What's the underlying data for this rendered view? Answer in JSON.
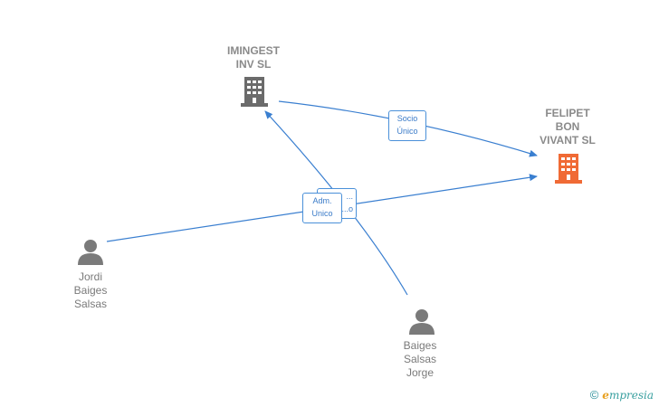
{
  "nodes": {
    "imingest": {
      "label": "IMINGEST\nINV  SL",
      "type": "company",
      "color": "#6b6b6b"
    },
    "felipet": {
      "label": "FELIPET\nBON\nVIVANT  SL",
      "type": "company",
      "color": "#f06a35"
    },
    "jordi": {
      "label": "Jordi\nBaiges\nSalsas",
      "type": "person",
      "color": "#7a7a7a"
    },
    "baiges": {
      "label": "Baiges\nSalsas\nJorge",
      "type": "person",
      "color": "#7a7a7a"
    }
  },
  "edges": {
    "socio_unico": {
      "label": "Socio\nÚnico"
    },
    "adm_unico": {
      "label": "Adm.\nUnico"
    },
    "hidden_label": {
      "label": "...\n...o"
    }
  },
  "colors": {
    "edge": "#3a7fd0",
    "accent": "#f06a35"
  },
  "footer": {
    "copyright": "©",
    "brand": "mpresia",
    "brand_initial": "e"
  }
}
